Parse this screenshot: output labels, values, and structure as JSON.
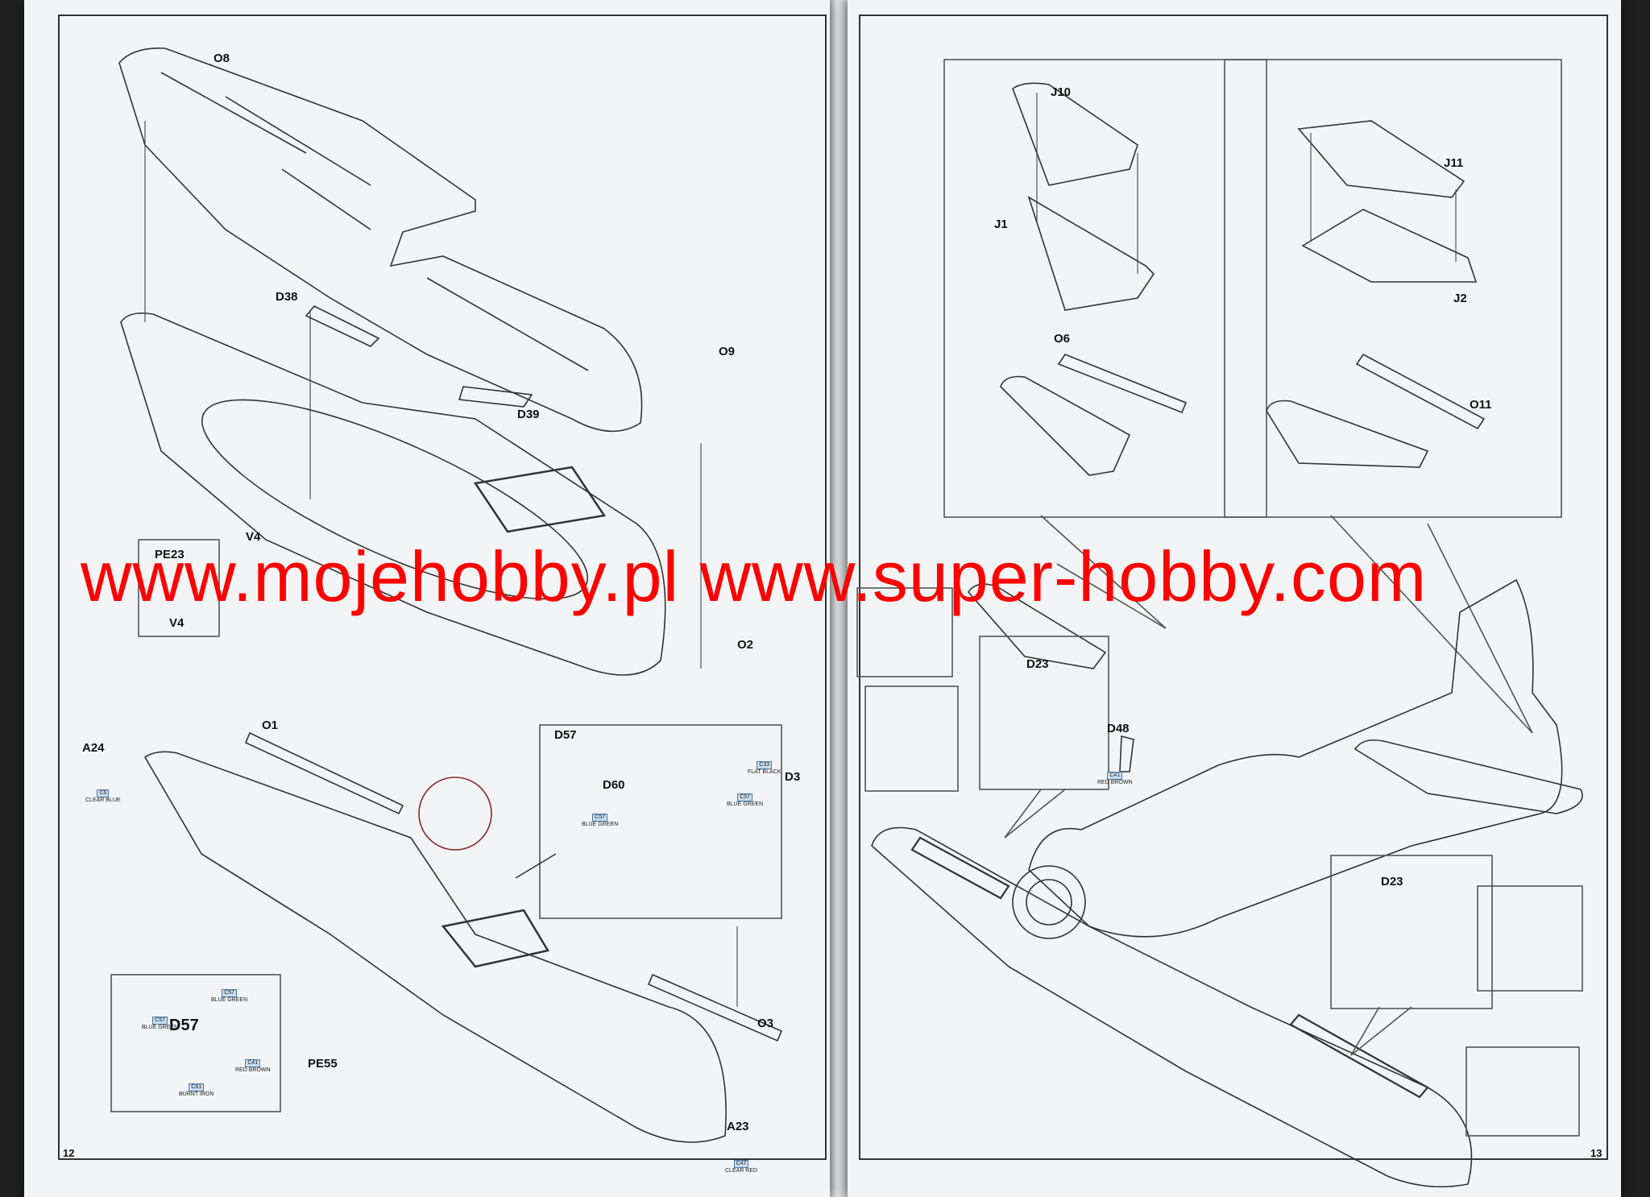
{
  "watermark": "www.mojehobby.pl www.super-hobby.com",
  "left_page": {
    "page_number": "12",
    "labels": {
      "o8": "O8",
      "d38": "D38",
      "o9": "O9",
      "d39": "D39",
      "pe23": "PE23",
      "v4_top": "V4",
      "v4_inset": "V4",
      "o2": "O2",
      "o1": "O1",
      "a24": "A24",
      "d57_detail": "D57",
      "d60": "D60",
      "d3": "D3",
      "d57_inset": "D57",
      "pe55": "PE55",
      "o3": "O3",
      "a23": "A23"
    },
    "paints": {
      "a24": {
        "code": "C6",
        "name": "CLEAR BLUE"
      },
      "d60_a": {
        "code": "C57",
        "name": "BLUE GREEN"
      },
      "d60_b": {
        "code": "C33",
        "name": "FLAT BLACK"
      },
      "d60_c": {
        "code": "C57",
        "name": "BLUE GREEN"
      },
      "d57_a": {
        "code": "C57",
        "name": "BLUE GREEN"
      },
      "d57_b": {
        "code": "C57",
        "name": "BLUE GREEN"
      },
      "d57_c": {
        "code": "C41",
        "name": "RED BROWN"
      },
      "d57_d": {
        "code": "C61",
        "name": "BURNT IRON"
      },
      "a23": {
        "code": "C47",
        "name": "CLEAR RED"
      }
    }
  },
  "right_page": {
    "page_number": "13",
    "labels": {
      "j10": "J10",
      "j1": "J1",
      "j11": "J11",
      "j2": "J2",
      "o6": "O6",
      "o11": "O11",
      "d23_a": "D23",
      "d48": "D48",
      "d23_b": "D23"
    },
    "paints": {
      "d48": {
        "code": "C41",
        "name": "RED BROWN"
      }
    }
  }
}
